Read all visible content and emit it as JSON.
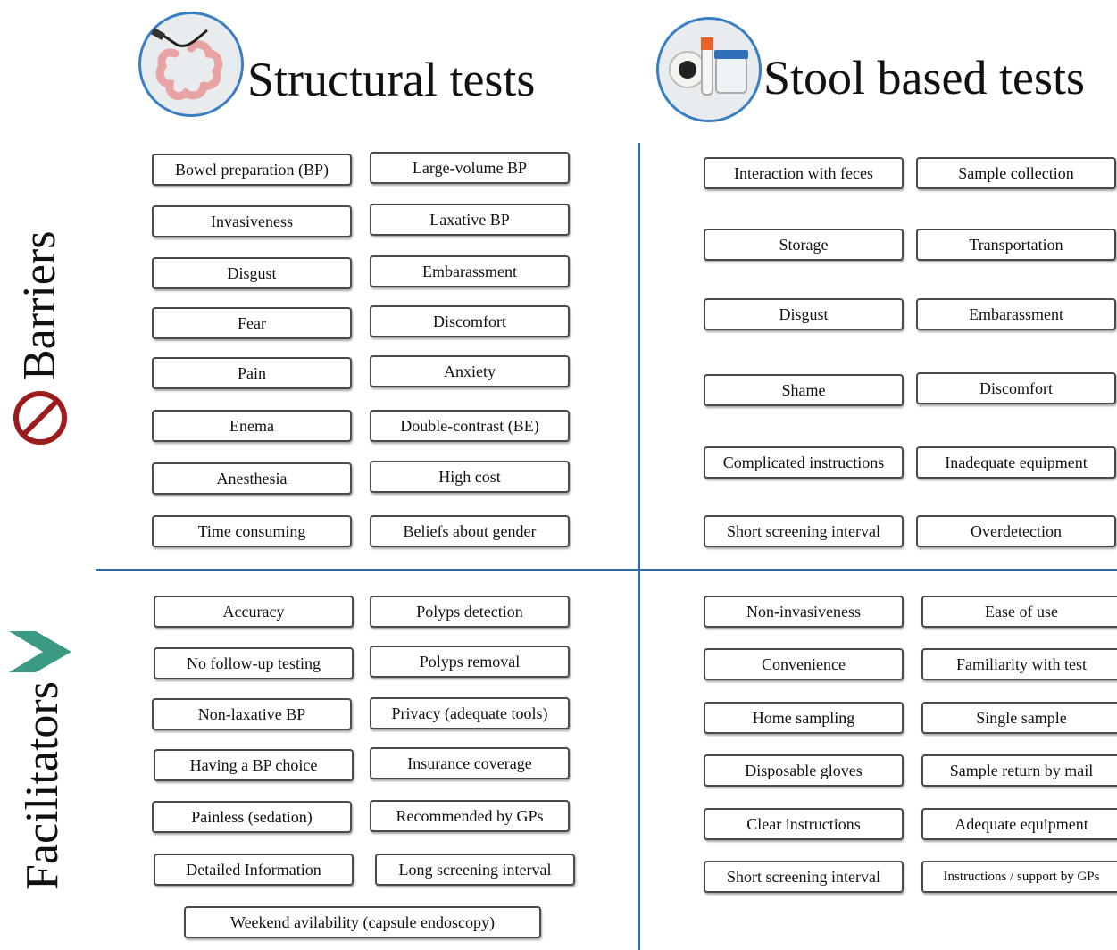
{
  "headings": {
    "structural": "Structural tests",
    "stool": "Stool based tests"
  },
  "side_labels": {
    "barriers": "Barriers",
    "facilitators": "Facilitators"
  },
  "icons": {
    "barriers": "no-entry-icon",
    "facilitators": "green-chevron-icon",
    "structural": "colonoscope-colon-icon",
    "stool": "stool-sample-container-icon"
  },
  "colors": {
    "divider": "#2e6aa6",
    "barrier_icon": "#9b1c1c",
    "facilitator_icon": "#3a9a83"
  },
  "structural_barriers": [
    [
      "Bowel preparation (BP)",
      "Large-volume BP"
    ],
    [
      "Invasiveness",
      "Laxative BP"
    ],
    [
      "Disgust",
      "Embarassment"
    ],
    [
      "Fear",
      "Discomfort"
    ],
    [
      "Pain",
      "Anxiety"
    ],
    [
      "Enema",
      "Double-contrast (BE)"
    ],
    [
      "Anesthesia",
      "High cost"
    ],
    [
      "Time consuming",
      "Beliefs about gender"
    ]
  ],
  "stool_barriers": [
    [
      "Interaction with feces",
      "Sample collection"
    ],
    [
      "Storage",
      "Transportation"
    ],
    [
      "Disgust",
      "Embarassment"
    ],
    [
      "Shame",
      "Discomfort"
    ],
    [
      "Complicated instructions",
      "Inadequate equipment"
    ],
    [
      "Short screening interval",
      "Overdetection"
    ]
  ],
  "structural_facilitators": [
    [
      "Accuracy",
      "Polyps detection"
    ],
    [
      "No follow-up testing",
      "Polyps removal"
    ],
    [
      "Non-laxative BP",
      "Privacy (adequate tools)"
    ],
    [
      "Having a BP choice",
      "Insurance coverage"
    ],
    [
      "Painless (sedation)",
      "Recommended by GPs"
    ],
    [
      "Detailed Information",
      "Long screening interval"
    ],
    [
      "Weekend avilability (capsule endoscopy)"
    ]
  ],
  "stool_facilitators": [
    [
      "Non-invasiveness",
      "Ease of use"
    ],
    [
      "Convenience",
      "Familiarity with test"
    ],
    [
      "Home sampling",
      "Single sample"
    ],
    [
      "Disposable gloves",
      "Sample return by mail"
    ],
    [
      "Clear instructions",
      "Adequate equipment"
    ],
    [
      "Short screening interval",
      "Instructions / support by GPs"
    ]
  ]
}
